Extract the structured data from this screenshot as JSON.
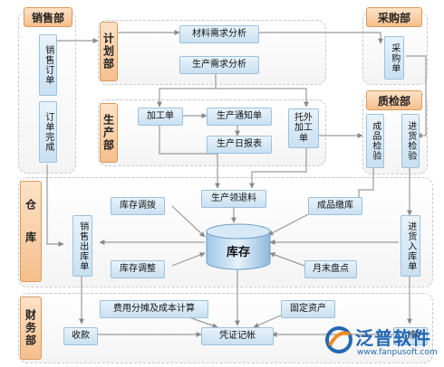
{
  "departments": {
    "sales": "销售部",
    "planning": "计划部",
    "production": "生产部",
    "purchasing": "采购部",
    "quality": "质检部",
    "warehouse": "仓库",
    "finance": "财务部"
  },
  "nodes": {
    "sales_order": "销售订单",
    "order_complete": "订单完成",
    "material_demand": "材料需求分析",
    "production_demand": "生产需求分析",
    "purchase_order": "采购单",
    "processing_order": "加工单",
    "production_notice": "生产通知单",
    "production_daily": "生产日报表",
    "outsourcing_order": "托外加工单",
    "product_inspection": "成品检验",
    "incoming_inspection": "进货检验",
    "production_material_return": "生产领退料",
    "inventory_transfer": "库存调拨",
    "product_stock_in": "成品缴库",
    "sales_outbound": "销售出库单",
    "incoming_stock_in": "进货入库单",
    "inventory_adjustment": "库存调整",
    "month_end_count": "月末盘点",
    "inventory": "库存",
    "cost_allocation": "费用分摊及成本计算",
    "fixed_assets": "固定资产",
    "collection": "收款",
    "voucher_posting": "凭证记帐",
    "payment": "付款"
  },
  "logo": {
    "name": "泛普软件",
    "url": "www.fanpusoft.com"
  },
  "colors": {
    "label_fill": "#f5bf8c",
    "node_fill": "#c9e0f1",
    "line": "#8a8a8a",
    "logo_blue": "#2468b2",
    "logo_orange": "#f08a24"
  }
}
